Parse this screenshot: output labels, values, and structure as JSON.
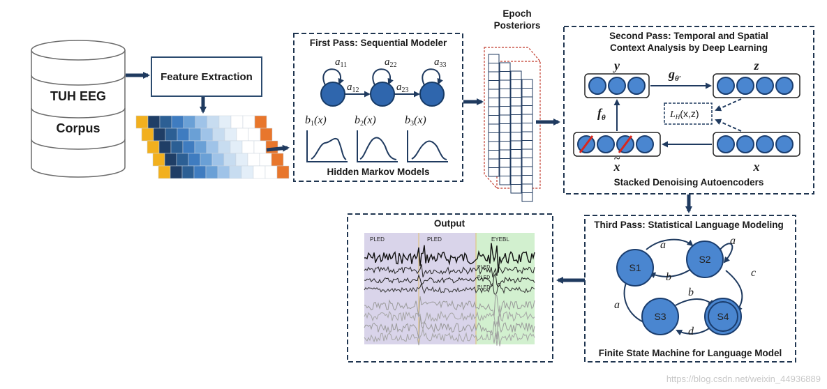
{
  "corpus": {
    "line1": "TUH EEG",
    "line2": "Corpus"
  },
  "feature_extraction": {
    "label": "Feature Extraction"
  },
  "first_pass": {
    "title": "First Pass: Sequential Modeler",
    "caption": "Hidden Markov Models",
    "self_transitions": [
      "a",
      "a",
      "a"
    ],
    "self_transition_subs": [
      "11",
      "22",
      "33"
    ],
    "cross_transitions": [
      "a",
      "a"
    ],
    "cross_transition_subs": [
      "12",
      "23"
    ],
    "emissions": [
      "b",
      "b",
      "b"
    ],
    "emission_subs": [
      "1",
      "2",
      "3"
    ],
    "emission_arg": "(x)"
  },
  "epoch_posteriors": {
    "line1": "Epoch",
    "line2": "Posteriors"
  },
  "second_pass": {
    "title_line1": "Second Pass: Temporal and Spatial",
    "title_line2": "Context Analysis by Deep Learning",
    "caption": "Stacked Denoising Autoencoders",
    "y_label": "y",
    "z_label": "z",
    "x_label": "x",
    "xt_label": "x",
    "g_label": "g",
    "g_sub": "θ′",
    "f_label": "f",
    "f_sub": "θ",
    "loss_label": "L",
    "loss_sub": "H",
    "loss_arg": "(x,z)"
  },
  "third_pass": {
    "title": "Third Pass: Statistical Language Modeling",
    "caption": "Finite State Machine for Language Model",
    "states": [
      "S1",
      "S2",
      "S3",
      "S4"
    ],
    "edge_labels": {
      "s1_s2": "a",
      "s2_self": "a",
      "s2_s1": "b",
      "s2_s4": "c",
      "s3_s4": "b",
      "s4_s3": "d",
      "s3_s1": "a"
    }
  },
  "output": {
    "title": "Output",
    "segment_labels": [
      "PLED",
      "PLED",
      "EYEBL"
    ],
    "inline_labels": [
      "PLED",
      "PLED",
      "PLED"
    ]
  },
  "watermark": "https://blog.csdn.net/weixin_44936889",
  "colors": {
    "navy": "#1f3a5f",
    "node_blue": "#3c78c8",
    "node_stroke": "#1a3d6e",
    "red": "#d9261c",
    "purple_bg": "#d9d4ea",
    "green_bg": "#d2f0cf"
  }
}
